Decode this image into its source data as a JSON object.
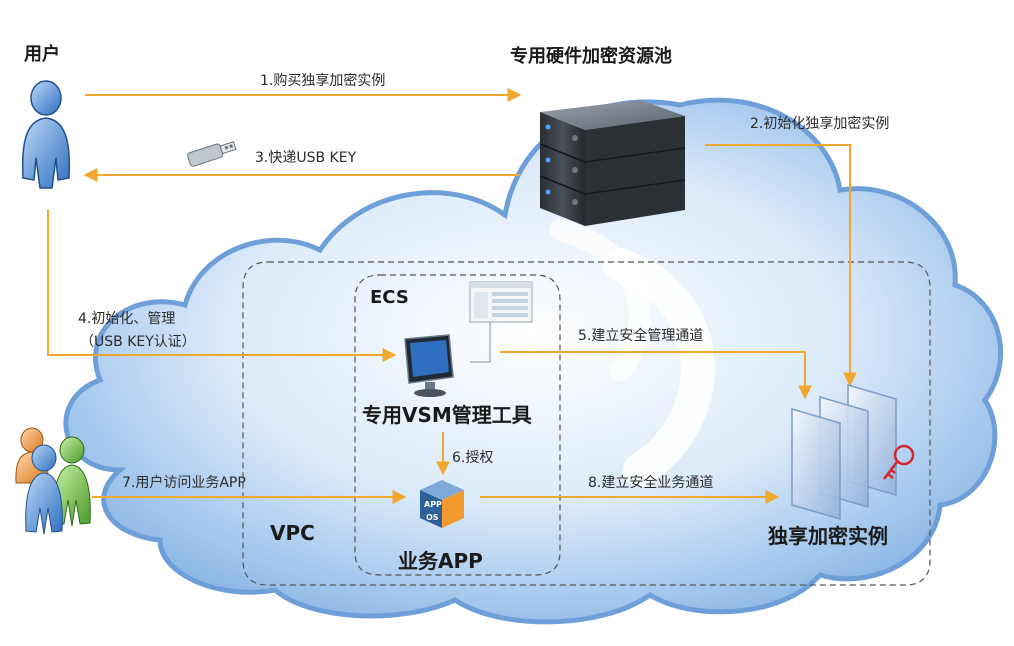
{
  "labels": {
    "user": "用户",
    "pool": "专用硬件加密资源池",
    "ecs": "ECS",
    "vpc": "VPC",
    "vsm_tool": "专用VSM管理工具",
    "business_app": "业务APP",
    "instance": "独享加密实例"
  },
  "steps": {
    "s1": "1.购买独享加密实例",
    "s2": "2.初始化独享加密实例",
    "s3": "3.快递USB KEY",
    "s4_line1": "4.初始化、管理",
    "s4_line2": "（USB KEY认证）",
    "s5": "5.建立安全管理通道",
    "s6": "6.授权",
    "s7": "7.用户访问业务APP",
    "s8": "8.建立安全业务通道"
  },
  "icon_text": {
    "app_badge": "APP",
    "os_badge": "OS"
  },
  "colors": {
    "arrow": "#f0a830",
    "cloud_fill": "#cfe3f7",
    "cloud_edge": "#6f9fd8",
    "server": "#3a3f45"
  },
  "icons": {
    "user": "user-icon",
    "usb": "usb-key-icon",
    "server": "server-rack-icon",
    "monitor": "monitor-icon",
    "app": "app-cube-icon",
    "users": "users-group-icon",
    "instances": "encryption-instances-icon",
    "key": "key-icon"
  }
}
